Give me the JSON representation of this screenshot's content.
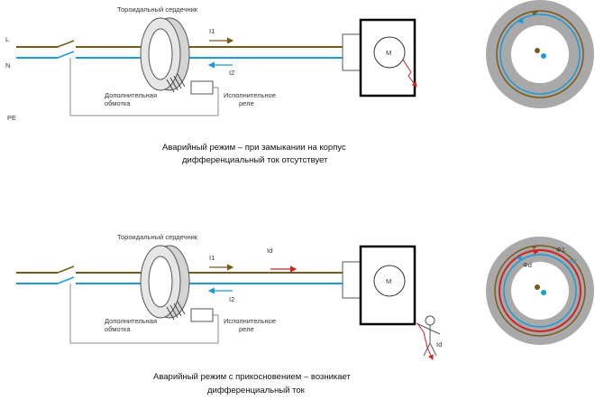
{
  "colors": {
    "phase": "#7a5a1a",
    "neutral": "#1a9ad6",
    "fault": "#d42020",
    "pe": "#888888",
    "ring": "#a9a9a9"
  },
  "wires": {
    "l": "L",
    "n": "N",
    "pe": "PE"
  },
  "panel1": {
    "core_label": "Тороидальный сердечник",
    "i1": "I1",
    "i2": "I2",
    "winding_label": [
      "Дополнительная",
      "обмотка"
    ],
    "relay_label": [
      "Исполнительное",
      "реле"
    ],
    "motor": "M",
    "caption": [
      "Аварийный режим – при замыкании на корпус",
      "дифференциальный ток отсутствует"
    ]
  },
  "panel2": {
    "core_label": "Тороидальный сердечник",
    "i1": "I1",
    "i2": "I2",
    "id": "Id",
    "winding_label": [
      "Дополнительная",
      "обмотка"
    ],
    "relay_label": [
      "Исполнительное",
      "реле"
    ],
    "motor": "M",
    "person_id": "Id",
    "ring_labels": {
      "f1": "Ф1",
      "f2": "Ф2",
      "fd": "Фd"
    },
    "caption": [
      "Аварийный режим с прикосновением – возникает",
      "дифференциальный ток"
    ]
  }
}
